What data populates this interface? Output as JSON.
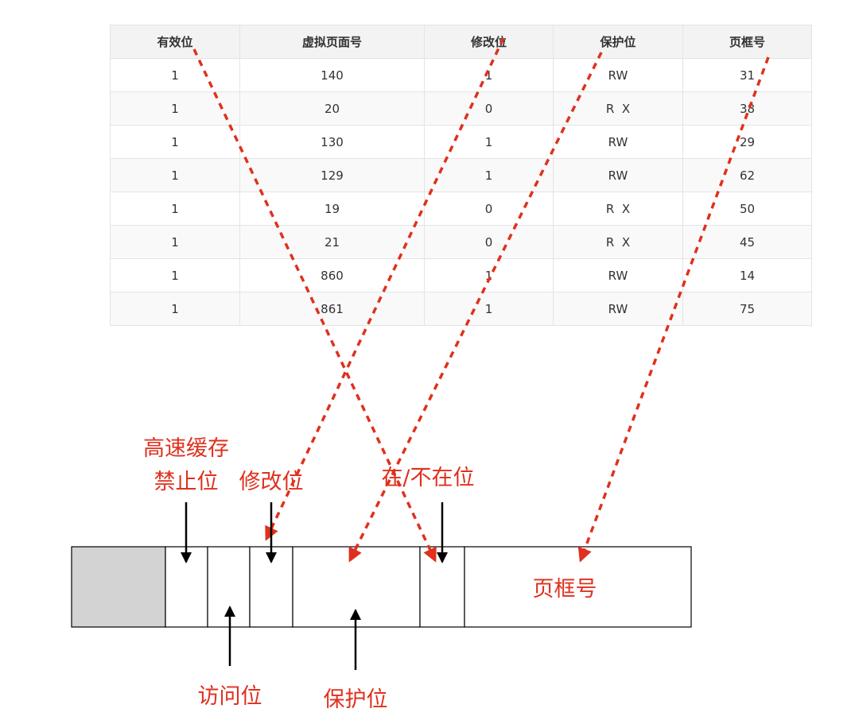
{
  "table": {
    "headers": [
      "有效位",
      "虚拟页面号",
      "修改位",
      "保护位",
      "页框号"
    ],
    "rows": [
      [
        "1",
        "140",
        "1",
        "RW",
        "31"
      ],
      [
        "1",
        "20",
        "0",
        "R  X",
        "38"
      ],
      [
        "1",
        "130",
        "1",
        "RW",
        "29"
      ],
      [
        "1",
        "129",
        "1",
        "RW",
        "62"
      ],
      [
        "1",
        "19",
        "0",
        "R  X",
        "50"
      ],
      [
        "1",
        "21",
        "0",
        "R  X",
        "45"
      ],
      [
        "1",
        "860",
        "1",
        "RW",
        "14"
      ],
      [
        "1",
        "861",
        "1",
        "RW",
        "75"
      ]
    ]
  },
  "entry_labels": {
    "cache_disable_line1": "高速缓存",
    "cache_disable_line2": "禁止位",
    "modified": "修改位",
    "present_absent": "在/不在位",
    "page_frame": "页框号",
    "referenced": "访问位",
    "protection": "保护位"
  },
  "colors": {
    "accent_red": "#e0301e",
    "arrow_black": "#000000",
    "reserved_gray": "#d3d3d3",
    "table_header_bg": "#f3f3f3",
    "table_border": "#e4e4e4"
  }
}
